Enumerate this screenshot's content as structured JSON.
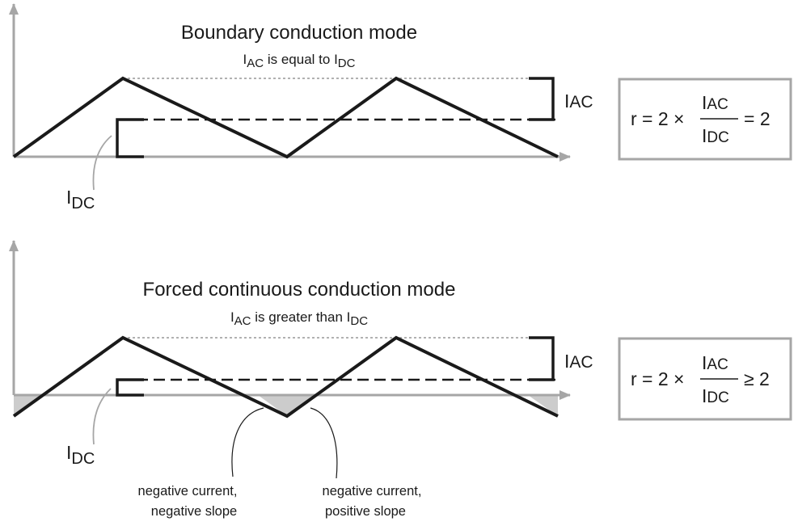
{
  "panels": [
    {
      "id": "boundary",
      "title": "Boundary conduction mode",
      "subtitle": {
        "i": "I",
        "ac": "AC",
        "middle": " is equal to ",
        "i2": "I",
        "dc": "DC"
      },
      "iac_label": {
        "main": "I",
        "sub": "AC"
      },
      "idc_label": {
        "main": "I",
        "sub": "DC"
      },
      "formula": {
        "lhs": "r = 2 ×",
        "num_main": "I",
        "num_sub": "AC",
        "den_main": "I",
        "den_sub": "DC",
        "rhs": "= 2"
      }
    },
    {
      "id": "forced",
      "title": "Forced continuous conduction mode",
      "subtitle": {
        "i": "I",
        "ac": "AC",
        "middle": " is greater than ",
        "i2": "I",
        "dc": "DC"
      },
      "iac_label": {
        "main": "I",
        "sub": "AC"
      },
      "idc_label": {
        "main": "I",
        "sub": "DC"
      },
      "formula": {
        "lhs": "r = 2 ×",
        "num_main": "I",
        "num_sub": "AC",
        "den_main": "I",
        "den_sub": "DC",
        "rhs": "≥ 2"
      },
      "annotations": {
        "left_line1": "negative current,",
        "left_line2": "negative slope",
        "right_line1": "negative current,",
        "right_line2": "positive slope"
      }
    }
  ],
  "colors": {
    "waveform": "#1a1a1a",
    "axis": "#a6a6a6",
    "negative_fill": "#cccccc",
    "box_border": "#a6a6a6"
  }
}
